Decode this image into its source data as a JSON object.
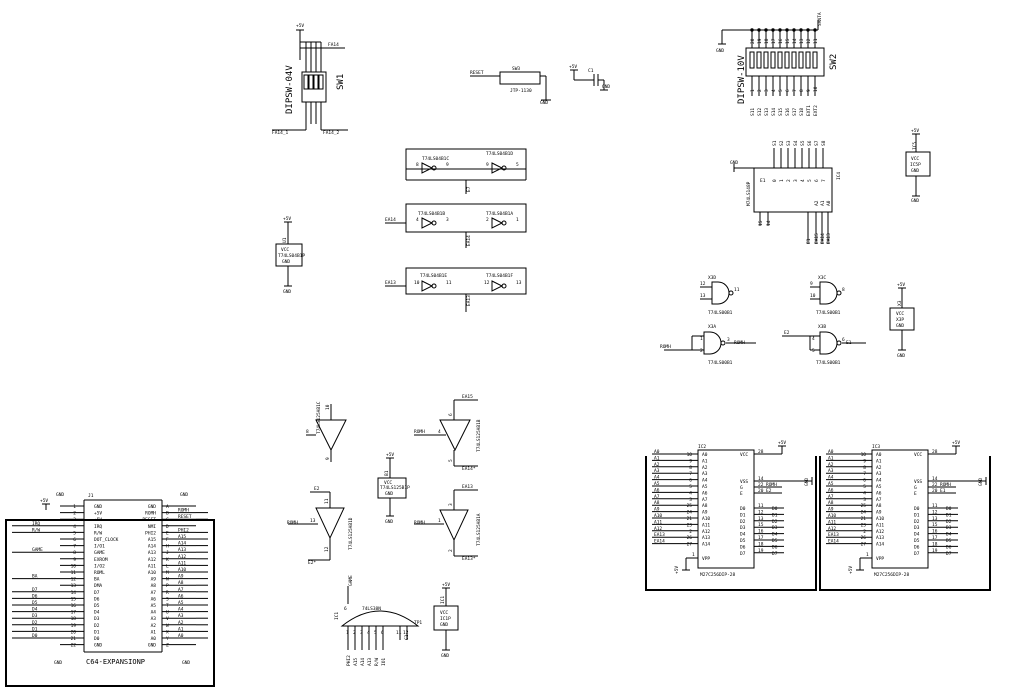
{
  "sw1": {
    "name": "SW1",
    "part": "DIPSW-04V",
    "pwr": "+5V",
    "net_top": "FA14",
    "net_bl": "FA14_1",
    "net_br": "FA14_2"
  },
  "jp": {
    "name": "SW3",
    "part": "JTP-1130",
    "net_in": "RESET",
    "gnd": "GND",
    "pwr": "+5V",
    "cap": "C1",
    "cap_gnd": "GND"
  },
  "sw2": {
    "name": "SW2",
    "part": "DIPSW-10V",
    "gnd": "GND",
    "net_top": "SANTA",
    "pins_a": [
      "S1",
      "S2",
      "S3",
      "S4",
      "S5",
      "S6",
      "S7",
      "S8",
      "S9",
      "S10"
    ],
    "nets": [
      "S11",
      "S12",
      "S13",
      "S14",
      "S15",
      "S16",
      "S17",
      "S18",
      "EXT1",
      "EXT2"
    ]
  },
  "ic_u": {
    "u1": {
      "name": "T74LS04B1C",
      "name2": "T74LS04B1D",
      "pin_a": "8",
      "pin_b": "9",
      "pin_c": "9",
      "pin_d": "5",
      "net": "E7"
    },
    "u2": {
      "name": "T74LS04B1B",
      "name2": "T74LS04B1A",
      "net_in": "EA14",
      "pin_a": "4",
      "pin_b": "3",
      "pin_c": "2",
      "pin_d": "1",
      "net": "EA14"
    },
    "u3": {
      "name": "T74LS04B1E",
      "name2": "T74LS04B1F",
      "net_in": "EA13",
      "pin_a": "10",
      "pin_b": "11",
      "pin_c": "12",
      "pin_d": "13",
      "net": "EA13"
    },
    "pwr": {
      "pwr": "+5V",
      "ref": "U1",
      "vcc": "VCC",
      "part": "T74LS04B1P",
      "gnd": "GND",
      "gnd_net": "GND"
    }
  },
  "ic4": {
    "name": "IC4",
    "part": "M74LS148P",
    "gnd": "GND",
    "pins_top": [
      "S1",
      "S2",
      "S3",
      "S4",
      "S5",
      "S6",
      "S7",
      "S8"
    ],
    "pins_bot": [
      "GS",
      "EO",
      "A2",
      "A1",
      "A0",
      "EI",
      "EO",
      "GS"
    ],
    "nets_bot": [
      "EA15",
      "EA14",
      "EA13"
    ],
    "pin_e1": "E1",
    "pin_5": "5",
    "pin_15": "15",
    "pin_14": "14"
  },
  "ic5": {
    "name": "IC5",
    "vcc": "VCC",
    "part": "IC5P",
    "gnd": "GND",
    "pwr": "+5V"
  },
  "nand": {
    "x3d": {
      "name": "X3D",
      "part": "T74LS00B1",
      "pin_a": "12",
      "pin_b": "13",
      "pin_o": "11"
    },
    "x3c": {
      "name": "X3C",
      "part": "T74LS00B1",
      "pin_a": "9",
      "pin_b": "10",
      "pin_o": "8"
    },
    "x3a": {
      "name": "X3A",
      "part": "T74LS00B1",
      "net_in": "ROMH",
      "pin_a": "1",
      "pin_b": "2",
      "pin_o": "3",
      "net_out": "ROMH"
    },
    "x3b": {
      "name": "X3B",
      "part": "T74LS00B1",
      "net_in": "E2",
      "pin_a": "4",
      "pin_b": "5",
      "pin_o": "6",
      "net_out": "E1"
    },
    "pwr": {
      "pwr": "+5V",
      "ref": "X3",
      "vcc": "VCC",
      "part": "X3P",
      "gnd": "GND"
    }
  },
  "buf": {
    "b1c": {
      "name": "T74LS125AB1C",
      "pin_in": "10",
      "pin_out": "9",
      "pin_en": "8"
    },
    "b1b": {
      "name": "T74LS125AB1B",
      "net_top": "EA15",
      "net_in": "ROMH",
      "pin_en": "4",
      "pin_in": "6",
      "pin_out": "5",
      "net_out": "EA14*"
    },
    "b1d": {
      "name": "T74LS125AB1D",
      "net_top": "E2",
      "net_in": "ROMH",
      "pin_en": "13",
      "pin_in": "11",
      "pin_out": "12",
      "net_out": "E2*"
    },
    "b1a": {
      "name": "T74LS125AB1A",
      "net_top": "EA13",
      "net_in": "ROMH",
      "pin_en": "1",
      "pin_in": "3",
      "pin_out": "2",
      "net_out": "EA13*"
    },
    "pwr": {
      "pwr": "+5V",
      "ref": "B1",
      "vcc": "VCC",
      "part": "T74LS125B1P",
      "gnd": "GND",
      "gnd_net": "GND"
    }
  },
  "j1": {
    "ref": "J1",
    "part": "C64-EXPANSIONP",
    "pwr": "+5V",
    "gnd_tl": "GND",
    "gnd_tr": "GND",
    "gnd_bl": "GND",
    "gnd_br": "GND",
    "left_nums": [
      "1",
      "2",
      "3",
      "4",
      "5",
      "6",
      "7",
      "8",
      "9",
      "10",
      "11",
      "12",
      "13",
      "14",
      "15",
      "16",
      "17",
      "18",
      "19",
      "20",
      "21",
      "22"
    ],
    "left_names": [
      "GND",
      "+5V",
      "+5V",
      "IRQ",
      "R/W",
      "DOT_CLOCK",
      "I/O1",
      "GAME",
      "EXROM",
      "I/O2",
      "ROML",
      "BA",
      "DMA",
      "D7",
      "D6",
      "D5",
      "D4",
      "D3",
      "D2",
      "D1",
      "D0",
      "GND"
    ],
    "right_nums": [
      "A",
      "B",
      "C",
      "D",
      "E",
      "F",
      "H",
      "J",
      "K",
      "L",
      "M",
      "N",
      "P",
      "R",
      "S",
      "T",
      "U",
      "V",
      "W",
      "X",
      "Y",
      "Z"
    ],
    "right_names": [
      "GND",
      "ROMH",
      "RESET",
      "NMI",
      "PHI2",
      "A15",
      "A14",
      "A13",
      "A12",
      "A11",
      "A10",
      "A9",
      "A8",
      "A7",
      "A6",
      "A5",
      "A4",
      "A3",
      "A2",
      "A1",
      "A0",
      "GND"
    ],
    "left_nets": [
      "",
      "",
      "",
      "IRQ",
      "R/W",
      "",
      "",
      "GAME",
      "",
      "",
      "",
      "BA",
      "",
      "D7",
      "D6",
      "D5",
      "D4",
      "D3",
      "D2",
      "D1",
      "D0",
      ""
    ],
    "right_nets": [
      "",
      "ROMH",
      "RESET",
      "",
      "PHI2",
      "A15",
      "A14",
      "A13",
      "A12",
      "A11",
      "A10",
      "A9",
      "A8",
      "A7",
      "A6",
      "A5",
      "A4",
      "A3",
      "A2",
      "A1",
      "A0",
      ""
    ]
  },
  "dec": {
    "ref": "IC1",
    "part": "74LS38N",
    "net_top": "GAME",
    "pin_top": "6",
    "pins": [
      "1",
      "2",
      "3",
      "4",
      "5",
      "6",
      "7",
      "8"
    ],
    "nets": [
      "PHI2",
      "A15",
      "A14",
      "A13",
      "R/W",
      "IO1"
    ],
    "pin_en": "11",
    "pin_en2": "12",
    "pin_y": "C1",
    "pin_tp": "TP1"
  },
  "decp": {
    "pwr": "+5V",
    "ref": "IC1",
    "vcc": "VCC",
    "part": "IC1P",
    "gnd": "GND"
  },
  "rom": [
    {
      "ref": "IC2",
      "part": "M27C256DIP-28",
      "pwr": "+5V",
      "gnd": "GND",
      "pwr2": "+5V",
      "a_nets": [
        "A0",
        "A1",
        "A2",
        "A3",
        "A4",
        "A5",
        "A6",
        "A7",
        "A8",
        "A9",
        "A10",
        "A11",
        "A12",
        "EA13",
        "EA14"
      ],
      "a_pins": [
        "10",
        "9",
        "8",
        "7",
        "6",
        "5",
        "4",
        "3",
        "25",
        "24",
        "21",
        "23",
        "2",
        "26",
        "27"
      ],
      "a_names": [
        "A0",
        "A1",
        "A2",
        "A3",
        "A4",
        "A5",
        "A6",
        "A7",
        "A8",
        "A9",
        "A10",
        "A11",
        "A12",
        "A13",
        "A14"
      ],
      "ctrl": [
        {
          "n": "VCC",
          "p": "28"
        },
        {
          "n": "VSS",
          "p": "14"
        },
        {
          "n": "G",
          "p": "22"
        },
        {
          "n": "E",
          "p": "20"
        }
      ],
      "ctrl_nets": [
        "ROMH",
        "E2"
      ],
      "d_names": [
        "D0",
        "D1",
        "D2",
        "D3",
        "D4",
        "D5",
        "D6",
        "D7"
      ],
      "d_pins": [
        "11",
        "12",
        "13",
        "15",
        "16",
        "17",
        "18",
        "19"
      ],
      "d_nets": [
        "D0",
        "D1",
        "D2",
        "D3",
        "D4",
        "D5",
        "D6",
        "D7"
      ],
      "vpp": "VPP",
      "vpp_pin": "1"
    },
    {
      "ref": "IC3",
      "part": "M27C256DIP-28",
      "pwr": "+5V",
      "gnd": "GND",
      "pwr2": "+5V",
      "a_nets": [
        "A0",
        "A1",
        "A2",
        "A3",
        "A4",
        "A5",
        "A6",
        "A7",
        "A8",
        "A9",
        "A10",
        "A11",
        "A12",
        "EA13",
        "EA14"
      ],
      "a_pins": [
        "10",
        "9",
        "8",
        "7",
        "6",
        "5",
        "4",
        "3",
        "25",
        "24",
        "21",
        "23",
        "2",
        "26",
        "27"
      ],
      "a_names": [
        "A0",
        "A1",
        "A2",
        "A3",
        "A4",
        "A5",
        "A6",
        "A7",
        "A8",
        "A9",
        "A10",
        "A11",
        "A12",
        "A13",
        "A14"
      ],
      "ctrl": [
        {
          "n": "VCC",
          "p": "28"
        },
        {
          "n": "VSS",
          "p": "14"
        },
        {
          "n": "G",
          "p": "22"
        },
        {
          "n": "E",
          "p": "20"
        }
      ],
      "ctrl_nets": [
        "ROMH",
        "E1"
      ],
      "d_names": [
        "D0",
        "D1",
        "D2",
        "D3",
        "D4",
        "D5",
        "D6",
        "D7"
      ],
      "d_pins": [
        "11",
        "12",
        "13",
        "15",
        "16",
        "17",
        "18",
        "19"
      ],
      "d_nets": [
        "D0",
        "D1",
        "D2",
        "D3",
        "D4",
        "D5",
        "D6",
        "D7"
      ],
      "vpp": "VPP",
      "vpp_pin": "1"
    }
  ]
}
